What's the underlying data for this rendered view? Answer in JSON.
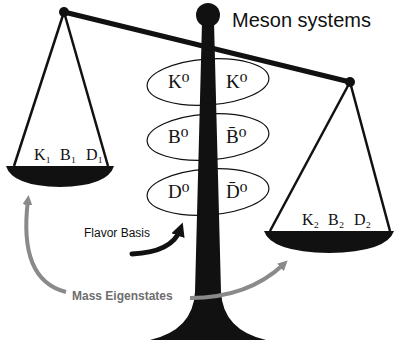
{
  "diagram": {
    "title": "Meson systems",
    "nodes": [
      {
        "text": [
          "K⁰",
          "K⁰"
        ]
      },
      {
        "text": [
          "B⁰",
          "B̄⁰"
        ]
      },
      {
        "text": [
          "D⁰",
          "D̄⁰"
        ]
      }
    ],
    "labels": [
      "K₁",
      "B₁",
      "D₁",
      "K₂",
      "B₂",
      "D₂",
      "Flavor Basis",
      "Mass Eigenstates"
    ]
  }
}
